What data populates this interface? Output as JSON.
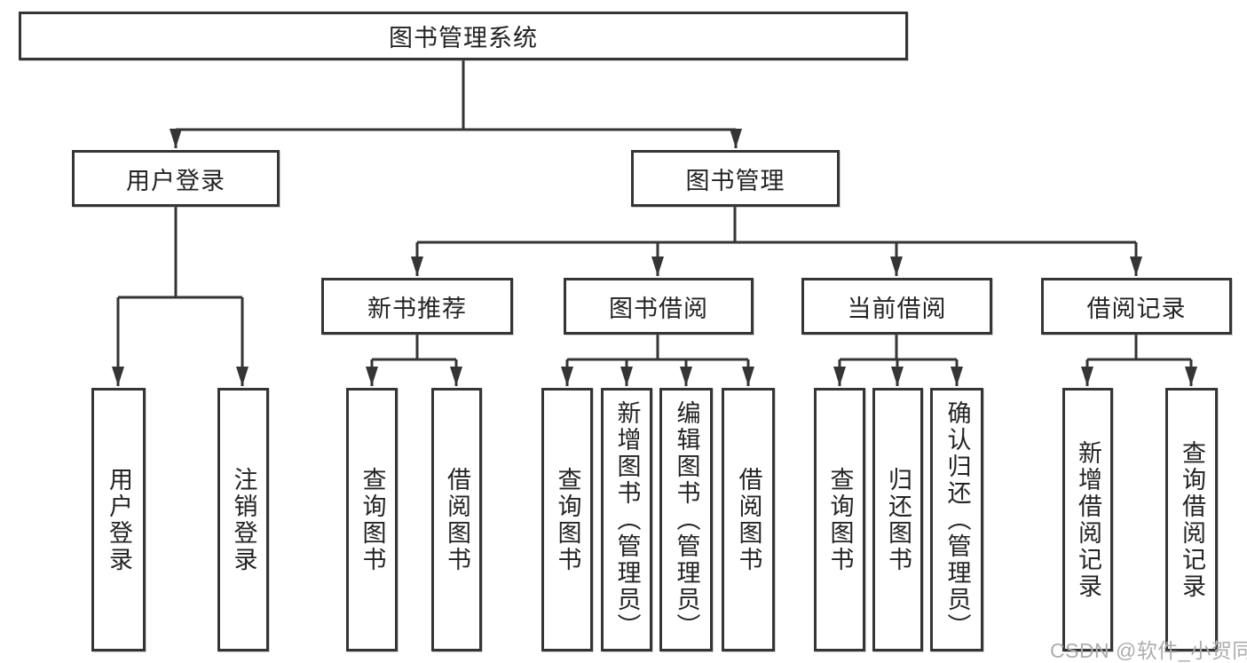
{
  "tree": {
    "label": "图书管理系统",
    "children": [
      {
        "label": "用户登录",
        "children": [
          {
            "label": "用户登录"
          },
          {
            "label": "注销登录"
          }
        ]
      },
      {
        "label": "图书管理",
        "children": [
          {
            "label": "新书推荐",
            "children": [
              {
                "label": "查询图书"
              },
              {
                "label": "借阅图书"
              }
            ]
          },
          {
            "label": "图书借阅",
            "children": [
              {
                "label": "查询图书"
              },
              {
                "label": "新增图书（管理员）"
              },
              {
                "label": "编辑图书（管理员）"
              },
              {
                "label": "借阅图书"
              }
            ]
          },
          {
            "label": "当前借阅",
            "children": [
              {
                "label": "查询图书"
              },
              {
                "label": "归还图书"
              },
              {
                "label": "确认归还（管理员）"
              }
            ]
          },
          {
            "label": "借阅记录",
            "children": [
              {
                "label": "新增借阅记录"
              },
              {
                "label": "查询借阅记录"
              }
            ]
          }
        ]
      }
    ]
  },
  "watermark": {
    "text": "CSDN @软件_小贺同学"
  },
  "colors": {
    "line": "#353535",
    "text": "#232323",
    "box_background": "#ffffff",
    "background": "#ffffff",
    "watermark": "#adadad"
  }
}
